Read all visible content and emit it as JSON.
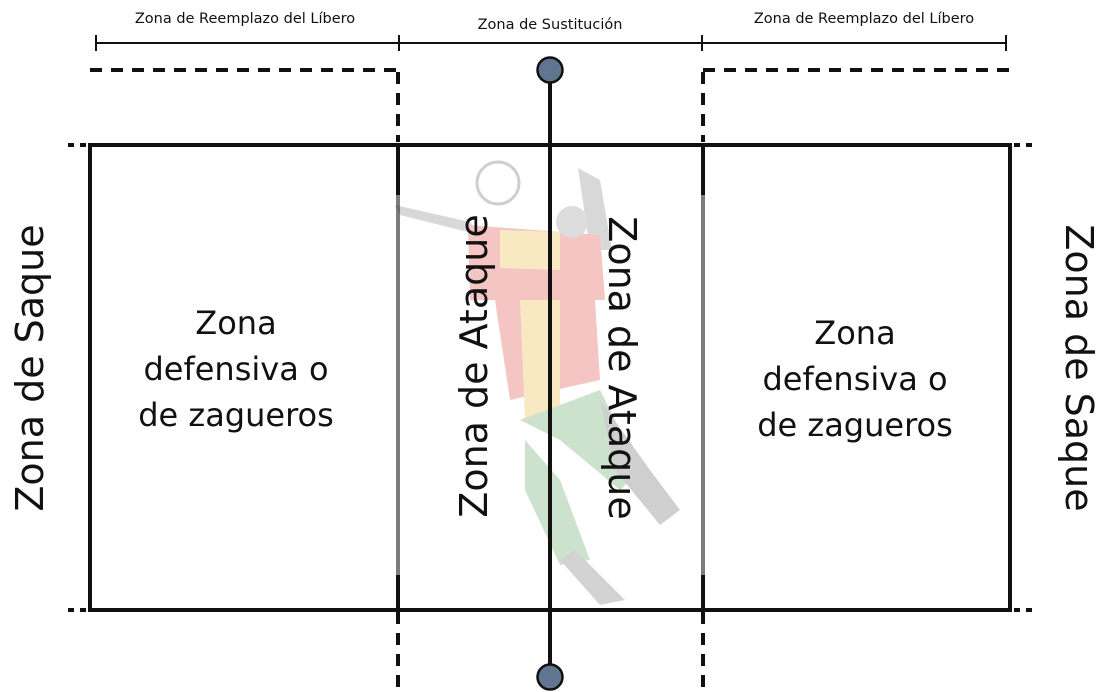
{
  "labels": {
    "libero_left": "Zona de Reemplazo del Líbero",
    "substitution": "Zona de Sustitución",
    "libero_right": "Zona de Reemplazo del Líbero",
    "serve_left": "Zona de Saque",
    "serve_right": "Zona de Saque",
    "attack_left": "Zona de Ataque",
    "attack_right": "Zona de Ataque",
    "defense_left_lines": [
      "Zona",
      "defensiva o",
      "de zagueros"
    ],
    "defense_right_lines": [
      "Zona",
      "defensiva o",
      "de zagueros"
    ]
  },
  "colors": {
    "line": "#111111",
    "pole": "#5f7590",
    "watermark_red": "#d9342b",
    "watermark_yellow": "#e8b32a",
    "watermark_green": "#4a9a4f"
  },
  "illustration": {
    "name": "volleyball-player-watermark"
  }
}
